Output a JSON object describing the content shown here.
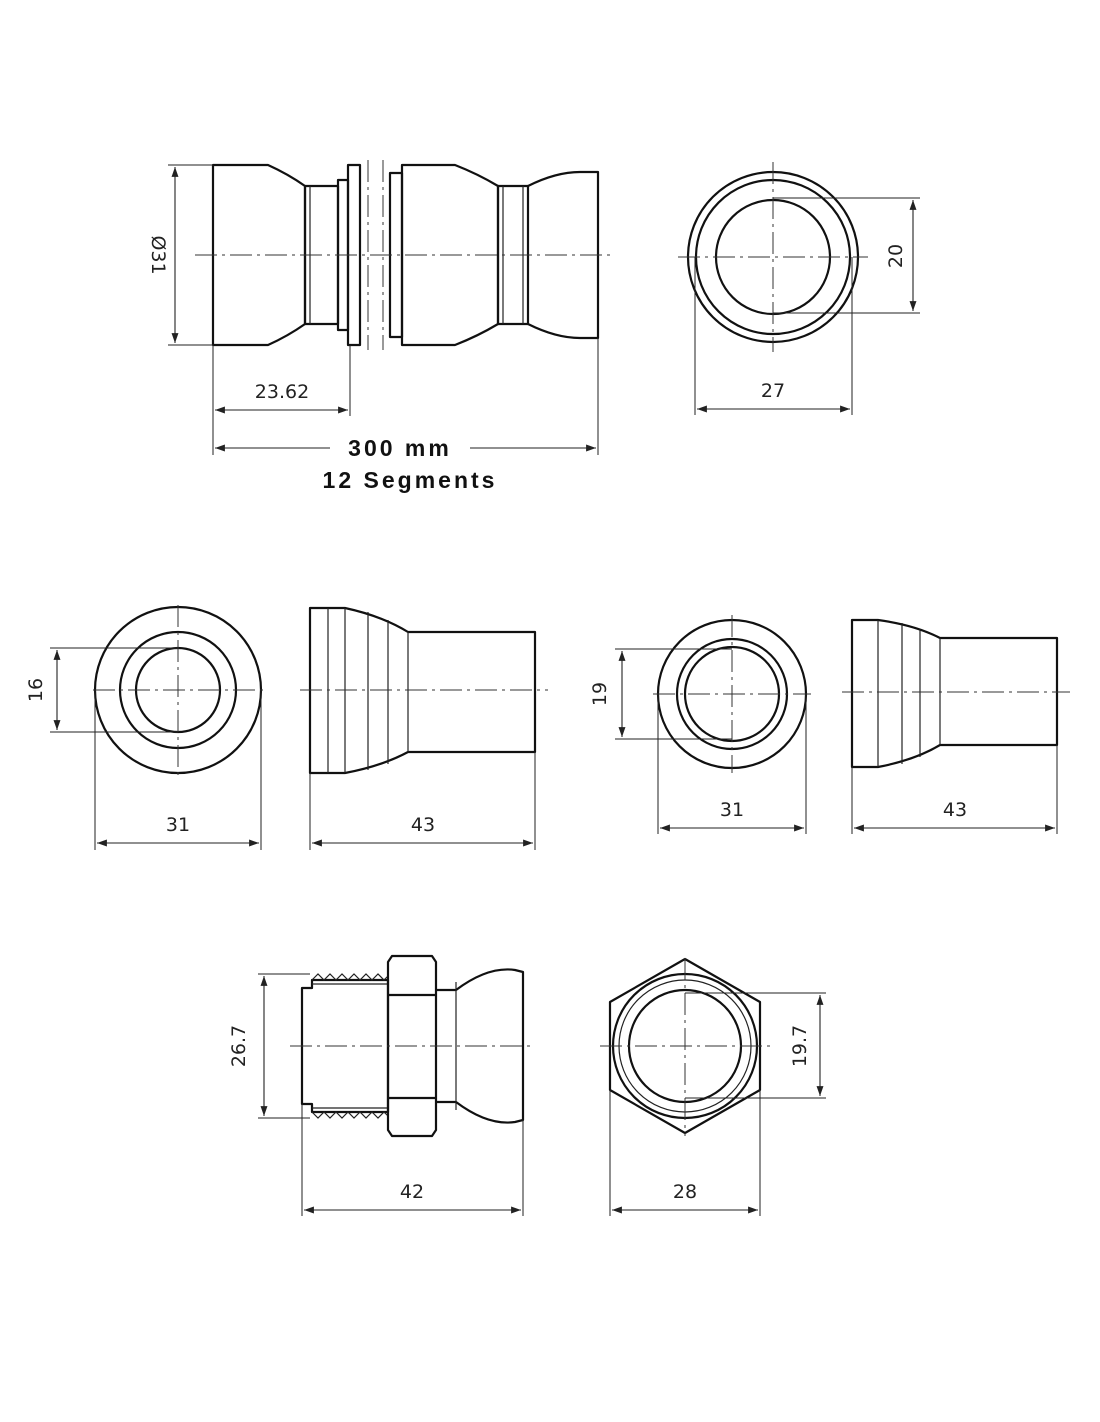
{
  "dimensions": {
    "segment_diameter": "Ø31",
    "segment_length": "23.62",
    "segment_inner": "20",
    "segment_width": "27",
    "nozzle1_bore": "16",
    "nozzle1_width": "31",
    "nozzle1_length": "43",
    "nozzle2_bore": "19",
    "nozzle2_width": "31",
    "nozzle2_length": "43",
    "connector_thread": "26.7",
    "connector_length": "42",
    "connector_bore": "19.7",
    "connector_hex": "28"
  },
  "labels": {
    "hose_length": "300 mm",
    "segments": "12 Segments"
  }
}
